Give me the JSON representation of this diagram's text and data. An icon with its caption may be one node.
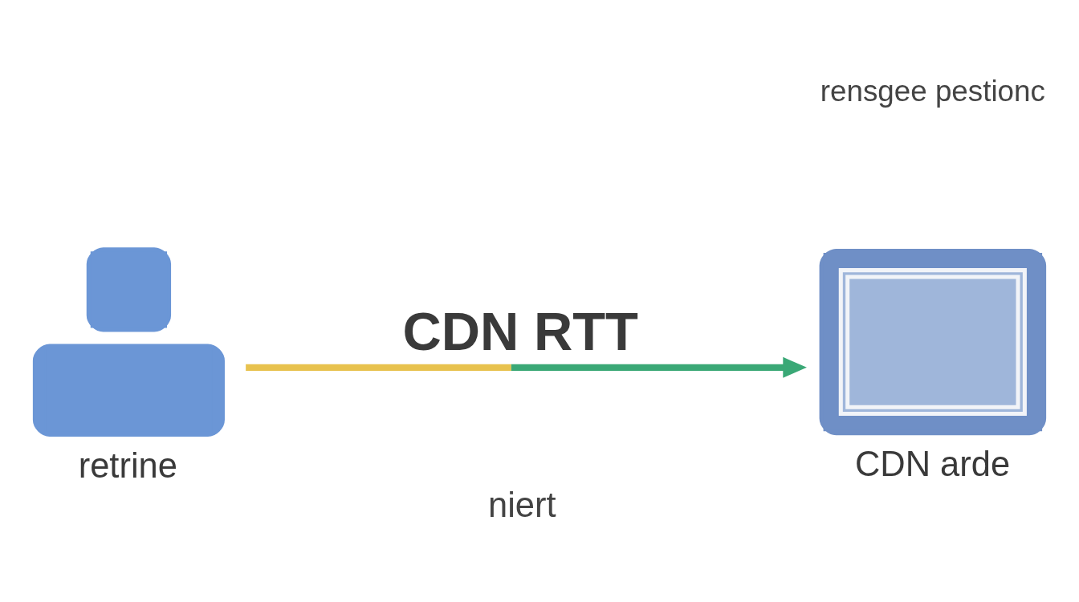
{
  "diagram": {
    "nodes": [
      {
        "text": [
          "retrine"
        ]
      },
      {
        "text": [
          "CDN arde"
        ]
      }
    ],
    "edges": [
      {
        "from": 0,
        "to": 1,
        "arrow": "to",
        "label": "CDN RTT"
      }
    ],
    "labels": [
      "rensgee pestionc",
      "niert"
    ]
  }
}
